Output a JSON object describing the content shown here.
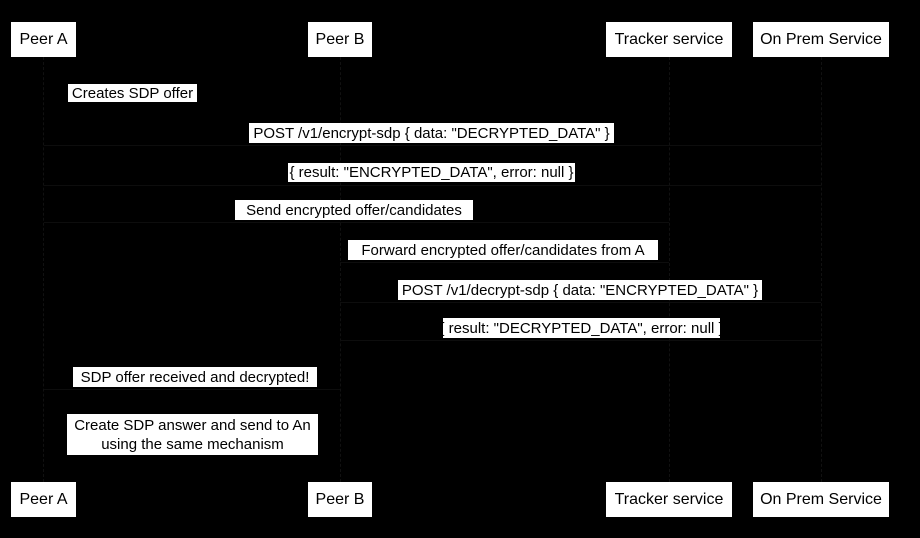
{
  "diagram": {
    "type": "sequence-diagram",
    "colors": {
      "background": "#000000",
      "box_fill": "#ffffff",
      "text": "#000000"
    },
    "actors": [
      {
        "label": "Peer A"
      },
      {
        "label": "Peer B"
      },
      {
        "label": "Tracker service"
      },
      {
        "label": "On Prem Service"
      }
    ],
    "messages": [
      {
        "label": "Creates SDP offer"
      },
      {
        "label": "POST /v1/encrypt-sdp { data: \"DECRYPTED_DATA\" }"
      },
      {
        "label": "{ result: \"ENCRYPTED_DATA\", error: null }"
      },
      {
        "label": "Send encrypted offer/candidates"
      },
      {
        "label": "Forward encrypted offer/candidates from A"
      },
      {
        "label": "POST /v1/decrypt-sdp { data: \"ENCRYPTED_DATA\" }"
      },
      {
        "label": "{ result: \"DECRYPTED_DATA\", error: null }"
      },
      {
        "label": "SDP offer received and decrypted!"
      }
    ],
    "note": {
      "line1": "Create SDP answer and send to An",
      "line2": "using the same mechanism"
    }
  }
}
